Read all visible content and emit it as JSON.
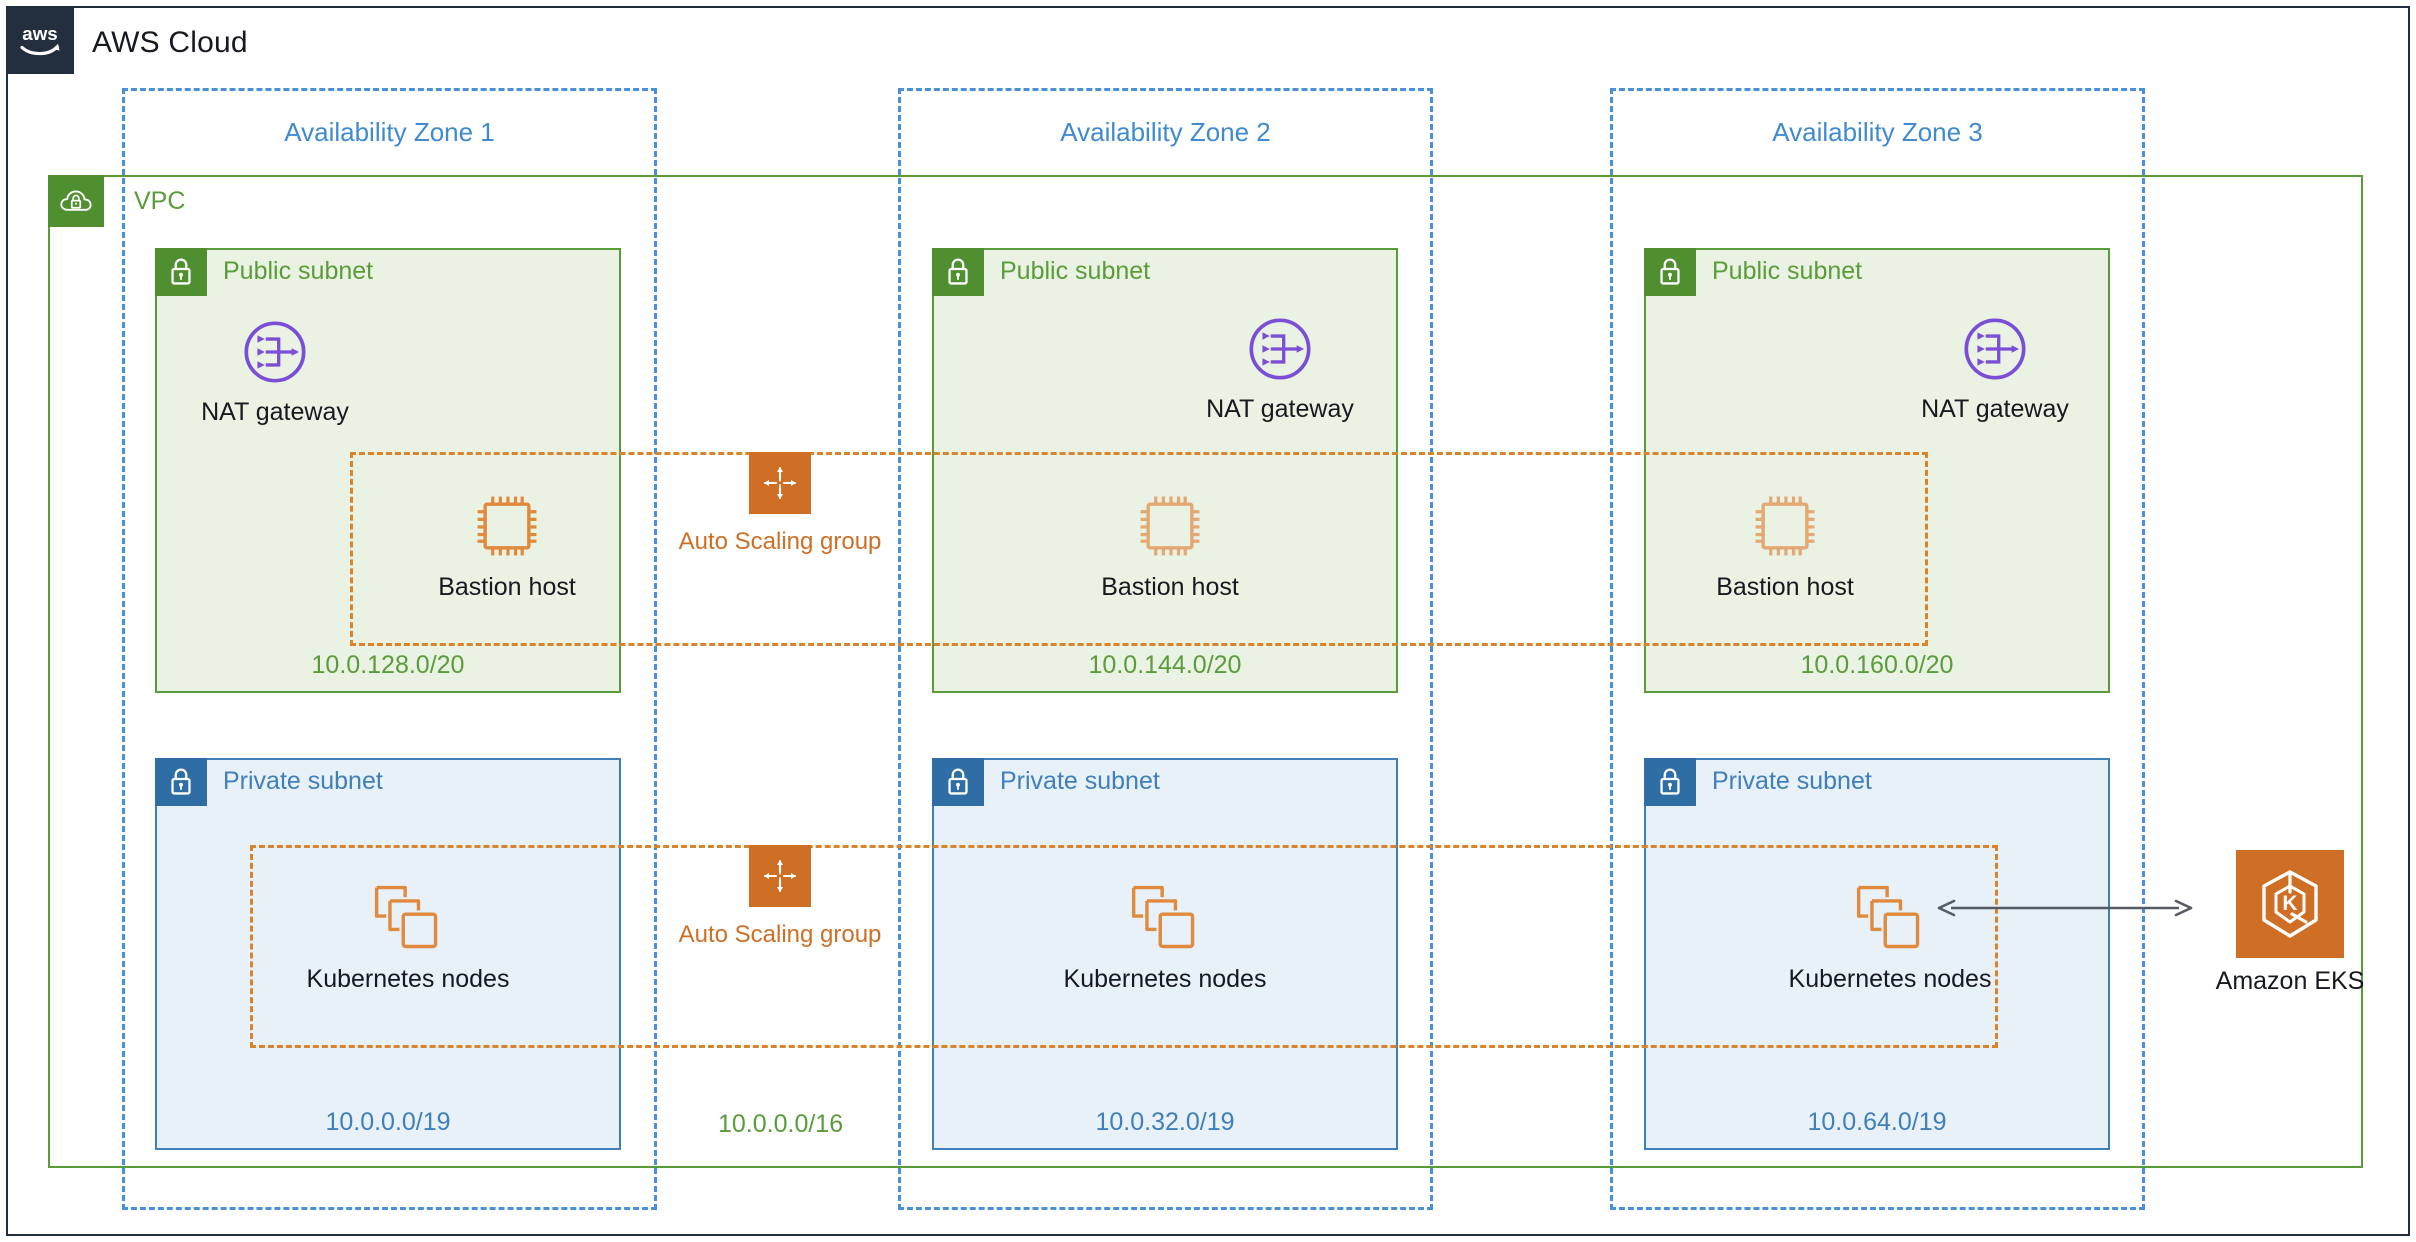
{
  "cloud": {
    "title": "AWS Cloud",
    "logo_icon": "aws-logo-icon",
    "border_color": "#232f3e"
  },
  "vpc": {
    "title": "VPC",
    "icon": "vpc-cloud-lock-icon",
    "cidr": "10.0.0.0/16",
    "color": "#5a9c3a"
  },
  "availability_zones": [
    {
      "label": "Availability Zone 1"
    },
    {
      "label": "Availability Zone 2"
    },
    {
      "label": "Availability Zone 3"
    }
  ],
  "public_subnets": [
    {
      "title": "Public subnet",
      "icon": "lock-icon",
      "cidr": "10.0.128.0/20"
    },
    {
      "title": "Public subnet",
      "icon": "lock-icon",
      "cidr": "10.0.144.0/20"
    },
    {
      "title": "Public subnet",
      "icon": "lock-icon",
      "cidr": "10.0.160.0/20"
    }
  ],
  "private_subnets": [
    {
      "title": "Private subnet",
      "icon": "lock-icon",
      "cidr": "10.0.0.0/19"
    },
    {
      "title": "Private subnet",
      "icon": "lock-icon",
      "cidr": "10.0.32.0/19"
    },
    {
      "title": "Private subnet",
      "icon": "lock-icon",
      "cidr": "10.0.64.0/19"
    }
  ],
  "nat_gateways": [
    {
      "label": "NAT gateway",
      "icon": "nat-gateway-icon"
    },
    {
      "label": "NAT gateway",
      "icon": "nat-gateway-icon"
    },
    {
      "label": "NAT gateway",
      "icon": "nat-gateway-icon"
    }
  ],
  "bastion_hosts": [
    {
      "label": "Bastion host",
      "icon": "ec2-instance-icon"
    },
    {
      "label": "Bastion host",
      "icon": "ec2-instance-icon"
    },
    {
      "label": "Bastion host",
      "icon": "ec2-instance-icon"
    }
  ],
  "kubernetes_nodes": [
    {
      "label": "Kubernetes nodes",
      "icon": "instances-stack-icon"
    },
    {
      "label": "Kubernetes nodes",
      "icon": "instances-stack-icon"
    },
    {
      "label": "Kubernetes nodes",
      "icon": "instances-stack-icon"
    }
  ],
  "auto_scaling_groups": [
    {
      "label": "Auto Scaling group",
      "icon": "auto-scaling-icon",
      "tier": "public"
    },
    {
      "label": "Auto Scaling group",
      "icon": "auto-scaling-icon",
      "tier": "private"
    }
  ],
  "eks": {
    "label": "Amazon EKS",
    "icon": "amazon-eks-icon",
    "color": "#cf6f25"
  },
  "connector": {
    "name": "eks-to-kubernetes-nodes-arrow",
    "direction": "bidirectional",
    "color": "#545b64"
  },
  "palette": {
    "aws_navy": "#232f3e",
    "vpc_green": "#5a9c3a",
    "public_subnet_green": "#4f8f2f",
    "public_subnet_fill": "#eaf2e3",
    "private_subnet_blue": "#2f6ea5",
    "private_subnet_fill": "#e8f0f8",
    "az_blue": "#4a90d9",
    "asg_orange": "#cf6f25",
    "nat_purple": "#7a4fd6",
    "ec2_orange": "#e08a3e"
  }
}
